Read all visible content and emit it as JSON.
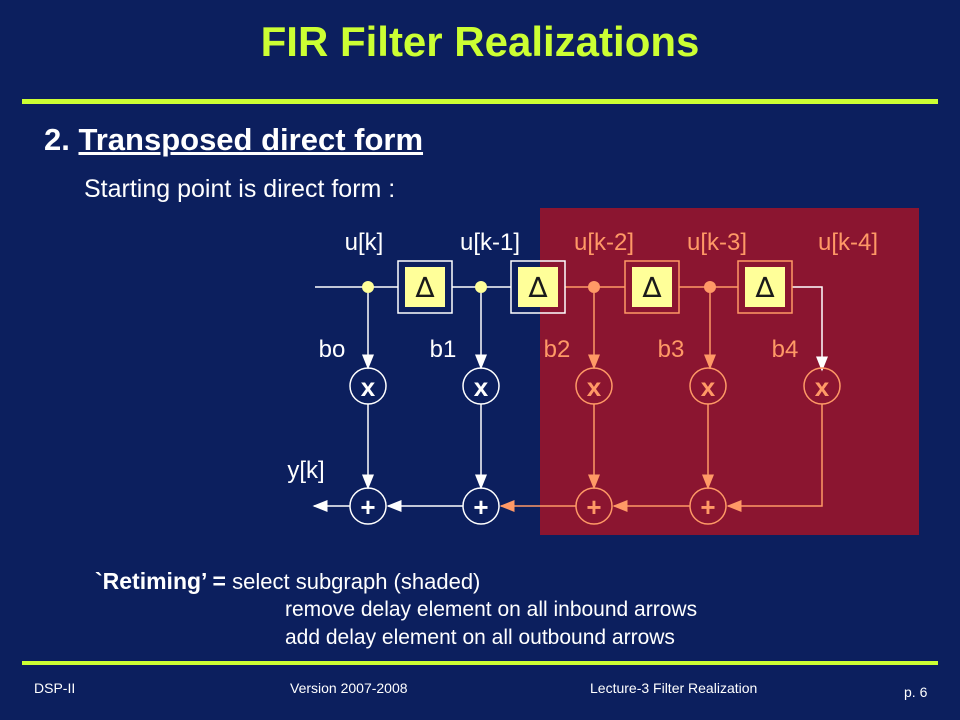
{
  "title": "FIR Filter Realizations",
  "heading": {
    "number": "2.",
    "text": "Transposed direct form"
  },
  "subtitle": "Starting point is direct form :",
  "diagram": {
    "signal_labels": [
      "u[k]",
      "u[k-1]",
      "u[k-2]",
      "u[k-3]",
      "u[k-4]"
    ],
    "coefficients": [
      "bo",
      "b1",
      "b2",
      "b3",
      "b4"
    ],
    "delay_symbol": "∆",
    "multiplier_symbol": "x",
    "adder_symbol": "+",
    "output_label": "y[k]",
    "colors": {
      "normal": "#ffffff",
      "shaded_text": "#ff9966",
      "shaded_region": "#8b1530",
      "delay_fill": "#ffff99",
      "node": "#ffff99"
    }
  },
  "retiming": {
    "term": "`Retiming’ =",
    "lines": [
      "select subgraph (shaded)",
      "remove delay element on all inbound arrows",
      "add delay element on all outbound arrows"
    ]
  },
  "footer": {
    "left": "DSP-II",
    "version": "Version 2007-2008",
    "lecture": "Lecture-3  Filter Realization",
    "page": "p. 6"
  }
}
